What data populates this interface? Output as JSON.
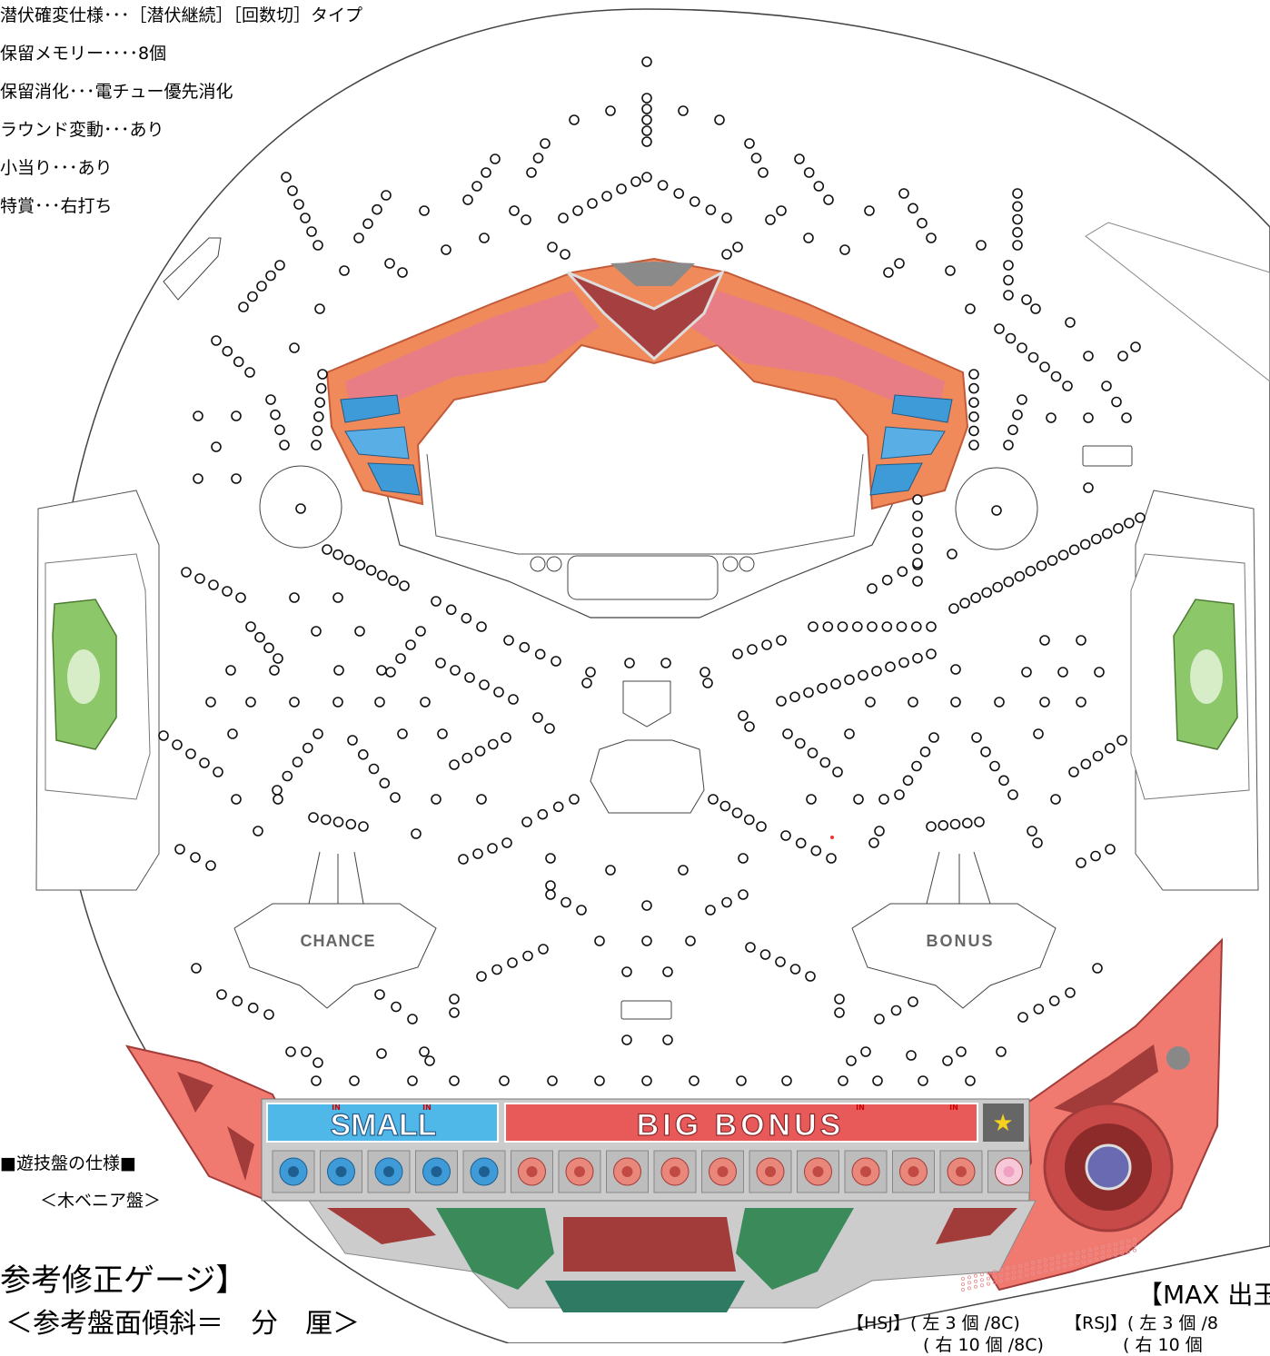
{
  "specs": [
    "潜伏確変仕様･･･［潜伏継続］［回数切］タイプ",
    "保留メモリー････8個",
    "保留消化･･･電チュー優先消化",
    "ラウンド変動･･･あり",
    "小当り･･･あり",
    "特賞･･･右打ち"
  ],
  "board_spec": {
    "title": "■遊技盤の仕様■",
    "subtitle": "＜木ベニア盤＞"
  },
  "gauge": {
    "title": "参考修正ゲージ】",
    "subtitle": "＜参考盤面傾斜＝　分　厘＞"
  },
  "max_label": "【MAX 出玉",
  "hsj_line1": "【HSJ】( 左 3 個 /8C)",
  "rsj_line1": "【RSJ】( 左 3 個 /8",
  "hsj_line2": "( 右 10 個 /8C)",
  "rsj_line2": "( 右 10 個",
  "board_labels": {
    "chance": "CHANCE",
    "bonus": "BONUS",
    "small": "SMALL",
    "big_bonus": "BIG BONUS",
    "in_tag": "IN"
  },
  "colors": {
    "red_frame": "#f07a70",
    "dark_red": "#a23c3a",
    "orange_frame": "#f08a5a",
    "blue_panel": "#3f9ad8",
    "green_lamp": "#8cc86a",
    "nail": "#111111",
    "outline": "#444444"
  }
}
